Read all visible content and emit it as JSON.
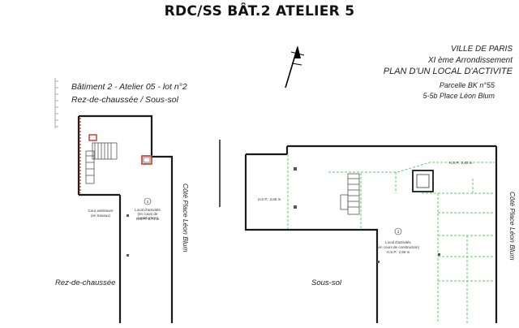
{
  "title": "RDC/SS BÂT.2 ATELIER 5",
  "header_right": {
    "city": "VILLE DE PARIS",
    "district": "XI ème Arrondissement",
    "plan_title": "PLAN D'UN LOCAL D'ACTIVITE",
    "parcel": "Parcelle BK n°55",
    "address": "5-5b Place Léon Blum"
  },
  "header_left": {
    "building": "Bâtiment 2 - Atelier 05 - lot n°2",
    "levels": "Rez-de-chaussée / Sous-sol"
  },
  "street_label": "Côté Place Léon Blum",
  "ground_floor": {
    "label": "Rez-de-chaussée",
    "room_number": "2",
    "room_name": "Local d'activités",
    "room_note": "(en cours de construction)",
    "room_area": "H.S.P.: 2,71 m",
    "courtyard": "Cour extérieure",
    "courtyard_note": "(en travaux)"
  },
  "basement": {
    "label": "Sous-sol",
    "room_number": "2",
    "room_name": "Local d'activités",
    "room_note": "(en cours de construction)",
    "room_area": "H.S.P.: 2,69 m",
    "hsp_left": "H.S.P.: 2,66 m",
    "hsp_top": "H.S.P.: 2,63 m"
  },
  "colors": {
    "wall": "#1a1a1a",
    "dashed": "#5fcf68",
    "hatch": "#c0392b"
  }
}
